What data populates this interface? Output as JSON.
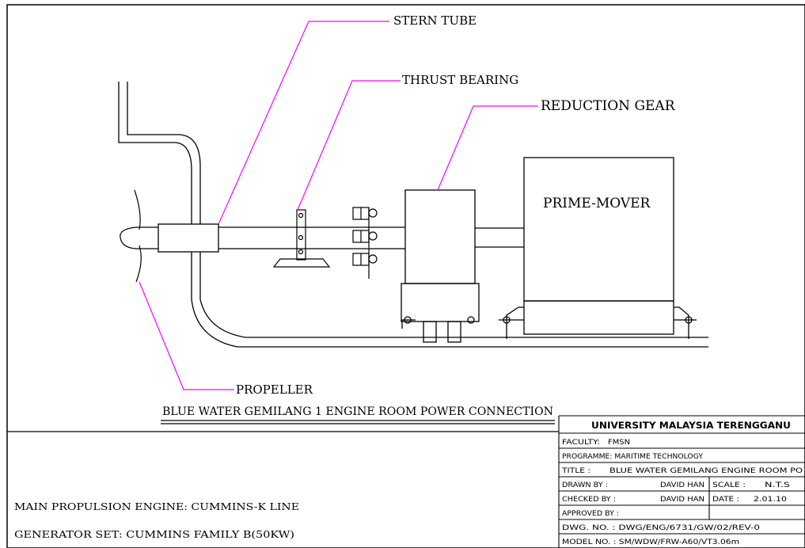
{
  "labels": {
    "stern_tube": "STERN TUBE",
    "thrust_bearing": "THRUST BEARING",
    "reduction_gear": "REDUCTION GEAR",
    "prime_mover": "PRIME-MOVER",
    "propeller": "PROPELLER"
  },
  "drawing_title": "BLUE WATER GEMILANG 1 ENGINE ROOM POWER CONNECTION",
  "notes": {
    "main_engine": "MAIN PROPULSION ENGINE: CUMMINS-K LINE",
    "generator": "GENERATOR SET: CUMMINS FAMILY B(50KW)"
  },
  "title_block": {
    "header": "UNIVERSITY MALAYSIA TERENGGANU",
    "faculty_label": "FACULTY:",
    "faculty_value": "FMSN",
    "programme": "PROGRAMME: MARITIME TECHNOLOGY",
    "title_label": "TITLE :",
    "title_value": "BLUE WATER GEMILANG ENGINE ROOM PO",
    "drawn_by_label": "DRAWN BY :",
    "drawn_by_value": "DAVID HAN",
    "scale_label": "SCALE :",
    "scale_value": "N.T.S",
    "checked_by_label": "CHECKED BY :",
    "checked_by_value": "DAVID HAN",
    "date_label": "DATE :",
    "date_value": "2.01.10",
    "approved_by_label": "APPROVED BY :",
    "dwg_no": "DWG. NO. : DWG/ENG/6731/GW/02/REV-0",
    "model_no": "MODEL NO. : SM/WDW/FRW-A60/VT3.06m"
  },
  "colors": {
    "leader": "#ff00ff",
    "line": "#000000",
    "background": "#ffffff"
  }
}
